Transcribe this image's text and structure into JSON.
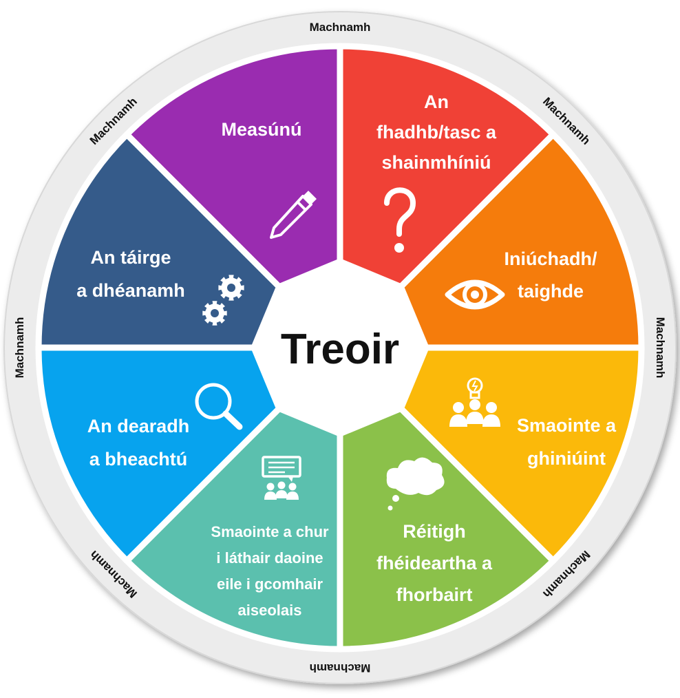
{
  "center": {
    "title": "Treoir"
  },
  "ring_label": "Machnamh",
  "segments": [
    {
      "id": "define",
      "lines": [
        "An",
        "fhadhb/tasc a",
        "shainmhíniú"
      ],
      "color": "#f04136",
      "icon": "question-mark-icon"
    },
    {
      "id": "research",
      "lines": [
        "Iniúchadh/",
        "taighde"
      ],
      "color": "#f57c0c",
      "icon": "eye-icon"
    },
    {
      "id": "ideas",
      "lines": [
        "Smaointe a",
        "ghiniúint"
      ],
      "color": "#fbb90a",
      "icon": "team-lightbulb-icon"
    },
    {
      "id": "solutions",
      "lines": [
        "Réitigh",
        "fhéideartha a",
        "fhorbairt"
      ],
      "color": "#8bc14a",
      "icon": "thought-cloud-icon"
    },
    {
      "id": "present",
      "lines": [
        "Smaointe a chur",
        "i láthair daoine",
        "eile i gcomhair",
        "aiseolais"
      ],
      "color": "#5bc0ae",
      "icon": "presentation-audience-icon"
    },
    {
      "id": "design",
      "lines": [
        "An dearadh",
        "a bheachtú"
      ],
      "color": "#07a3ee",
      "icon": "magnifier-icon"
    },
    {
      "id": "make",
      "lines": [
        "An táirge",
        "a dhéanamh"
      ],
      "color": "#355b8a",
      "icon": "gears-icon"
    },
    {
      "id": "evaluate",
      "lines": [
        "Measúnú"
      ],
      "color": "#9a2cb0",
      "icon": "pencil-icon"
    }
  ]
}
